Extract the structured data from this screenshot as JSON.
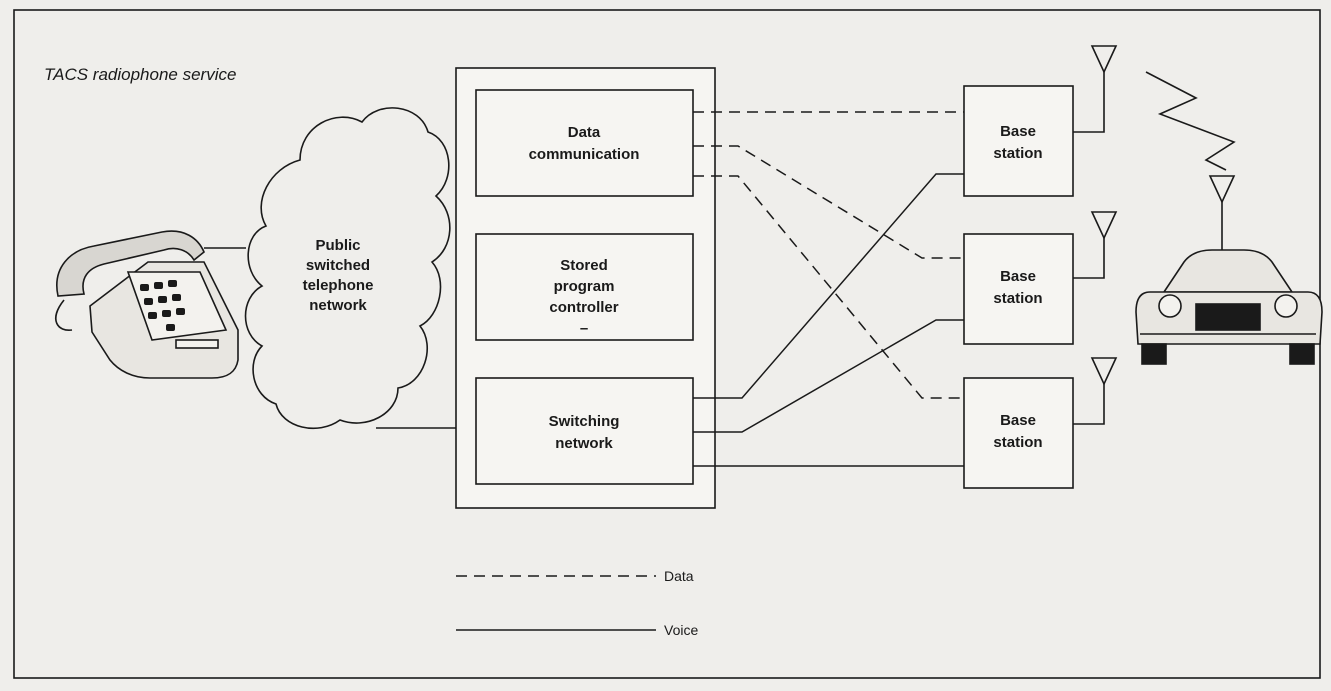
{
  "title": "TACS radiophone service",
  "network": {
    "line1": "Public",
    "line2": "switched",
    "line3": "telephone",
    "line4": "network"
  },
  "exchange": {
    "data_comm": {
      "line1": "Data",
      "line2": "communication"
    },
    "controller": {
      "line1": "Stored",
      "line2": "program",
      "line3": "controller",
      "mark": "–"
    },
    "switching": {
      "line1": "Switching",
      "line2": "network"
    }
  },
  "base_stations": [
    {
      "line1": "Base",
      "line2": "station"
    },
    {
      "line1": "Base",
      "line2": "station"
    },
    {
      "line1": "Base",
      "line2": "station"
    }
  ],
  "legend": {
    "data_label": "Data",
    "voice_label": "Voice"
  },
  "icons": [
    "telephone-icon",
    "cloud-icon",
    "antenna-icon",
    "radio-wave-icon",
    "car-icon"
  ],
  "colors": {
    "ink": "#1a1a1a",
    "paper": "#efeeeb"
  }
}
